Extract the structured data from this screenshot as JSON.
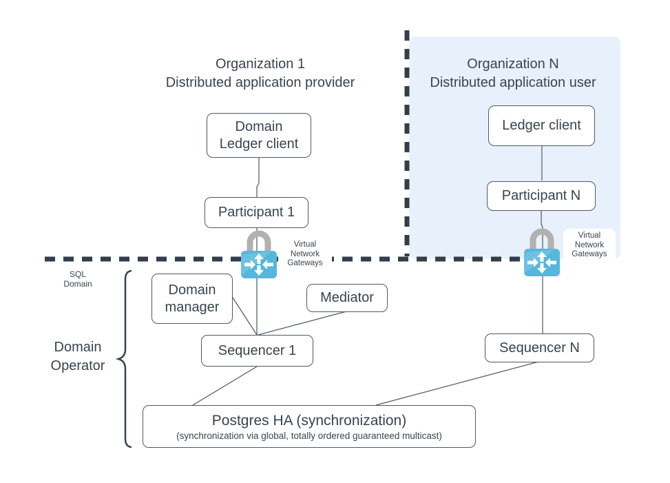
{
  "org1": {
    "title": "Organization 1\nDistributed application provider"
  },
  "orgN": {
    "title": "Organization N\nDistributed application user"
  },
  "nodes": {
    "domain_ledger_client": "Domain\nLedger client",
    "participant_1": "Participant 1",
    "ledger_client": "Ledger client",
    "participant_n": "Participant N",
    "domain_manager": "Domain\nmanager",
    "mediator": "Mediator",
    "sequencer_1": "Sequencer 1",
    "sequencer_n": "Sequencer N",
    "postgres_title": "Postgres HA (synchronization)",
    "postgres_subtitle": "(synchronization via global, totally ordered guaranteed multicast)"
  },
  "labels": {
    "sql_domain": "SQL\nDomain",
    "domain_operator": "Domain\nOperator",
    "vng_left": "Virtual\nNetwork\nGateways",
    "vng_right": "Virtual\nNetwork\nGateways"
  },
  "colors": {
    "gateway_blue": "#54b7dc",
    "shackle_gray": "#b1b1b1",
    "org_region_bg": "#e8f1fb",
    "dash_line": "#333e4b",
    "text": "#39434e",
    "connector": "#4e5761"
  }
}
